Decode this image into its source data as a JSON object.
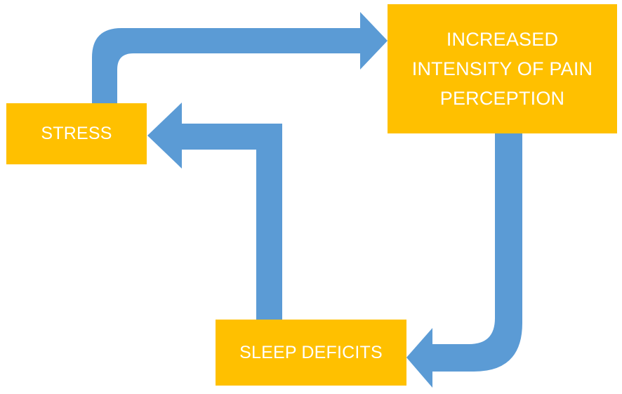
{
  "colors": {
    "box_fill": "#FFC000",
    "arrow_fill": "#5B9BD5",
    "label_text": "#FFFFFF",
    "background": "#FFFFFF"
  },
  "nodes": {
    "stress": {
      "label": "STRESS"
    },
    "pain": {
      "label_lines": [
        "INCREASED",
        "INTENSITY OF PAIN",
        "PERCEPTION"
      ]
    },
    "sleep": {
      "label": "SLEEP DEFICITS"
    }
  },
  "edges": [
    {
      "from": "stress",
      "to": "pain"
    },
    {
      "from": "pain",
      "to": "sleep"
    },
    {
      "from": "sleep",
      "to": "stress"
    }
  ]
}
